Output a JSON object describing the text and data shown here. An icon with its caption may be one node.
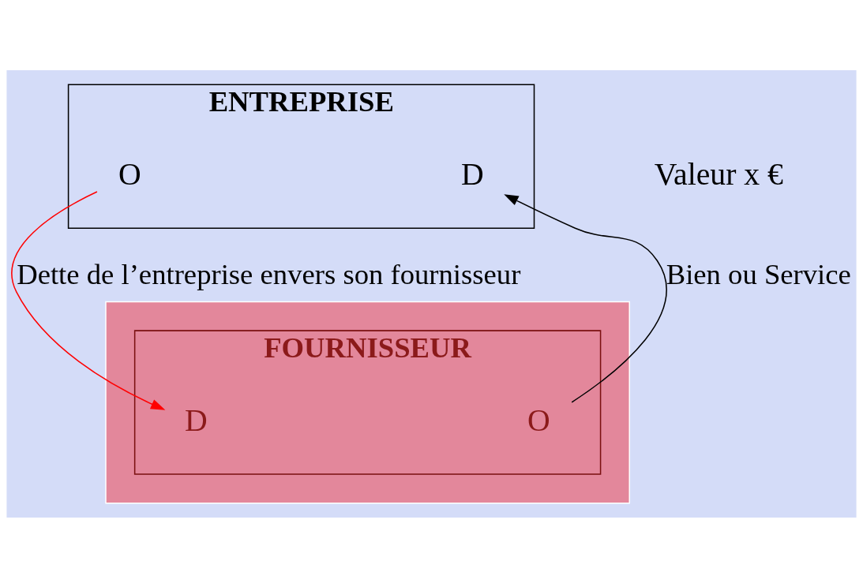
{
  "diagram": {
    "nodes": [
      {
        "text": [
          "ENTREPRISE"
        ]
      },
      {
        "text": [
          "O"
        ],
        "in": 0
      },
      {
        "text": [
          "D"
        ],
        "in": 0
      },
      {
        "text": [],
        "shape": "box"
      },
      {
        "text": [
          "FOURNISSEUR"
        ],
        "in": 3
      },
      {
        "text": [
          "D"
        ],
        "in": 4
      },
      {
        "text": [
          "O"
        ],
        "in": 4
      }
    ],
    "edges": [
      {
        "from": 1,
        "to": 5,
        "arrow": "to",
        "color": "#ff0000",
        "label": "Dette de l’entreprise envers son fournisseur"
      },
      {
        "from": 6,
        "to": 2,
        "arrow": "to",
        "color": "#000000",
        "label": "Bien ou Service"
      }
    ],
    "labels": [
      "Valeur x €"
    ]
  }
}
